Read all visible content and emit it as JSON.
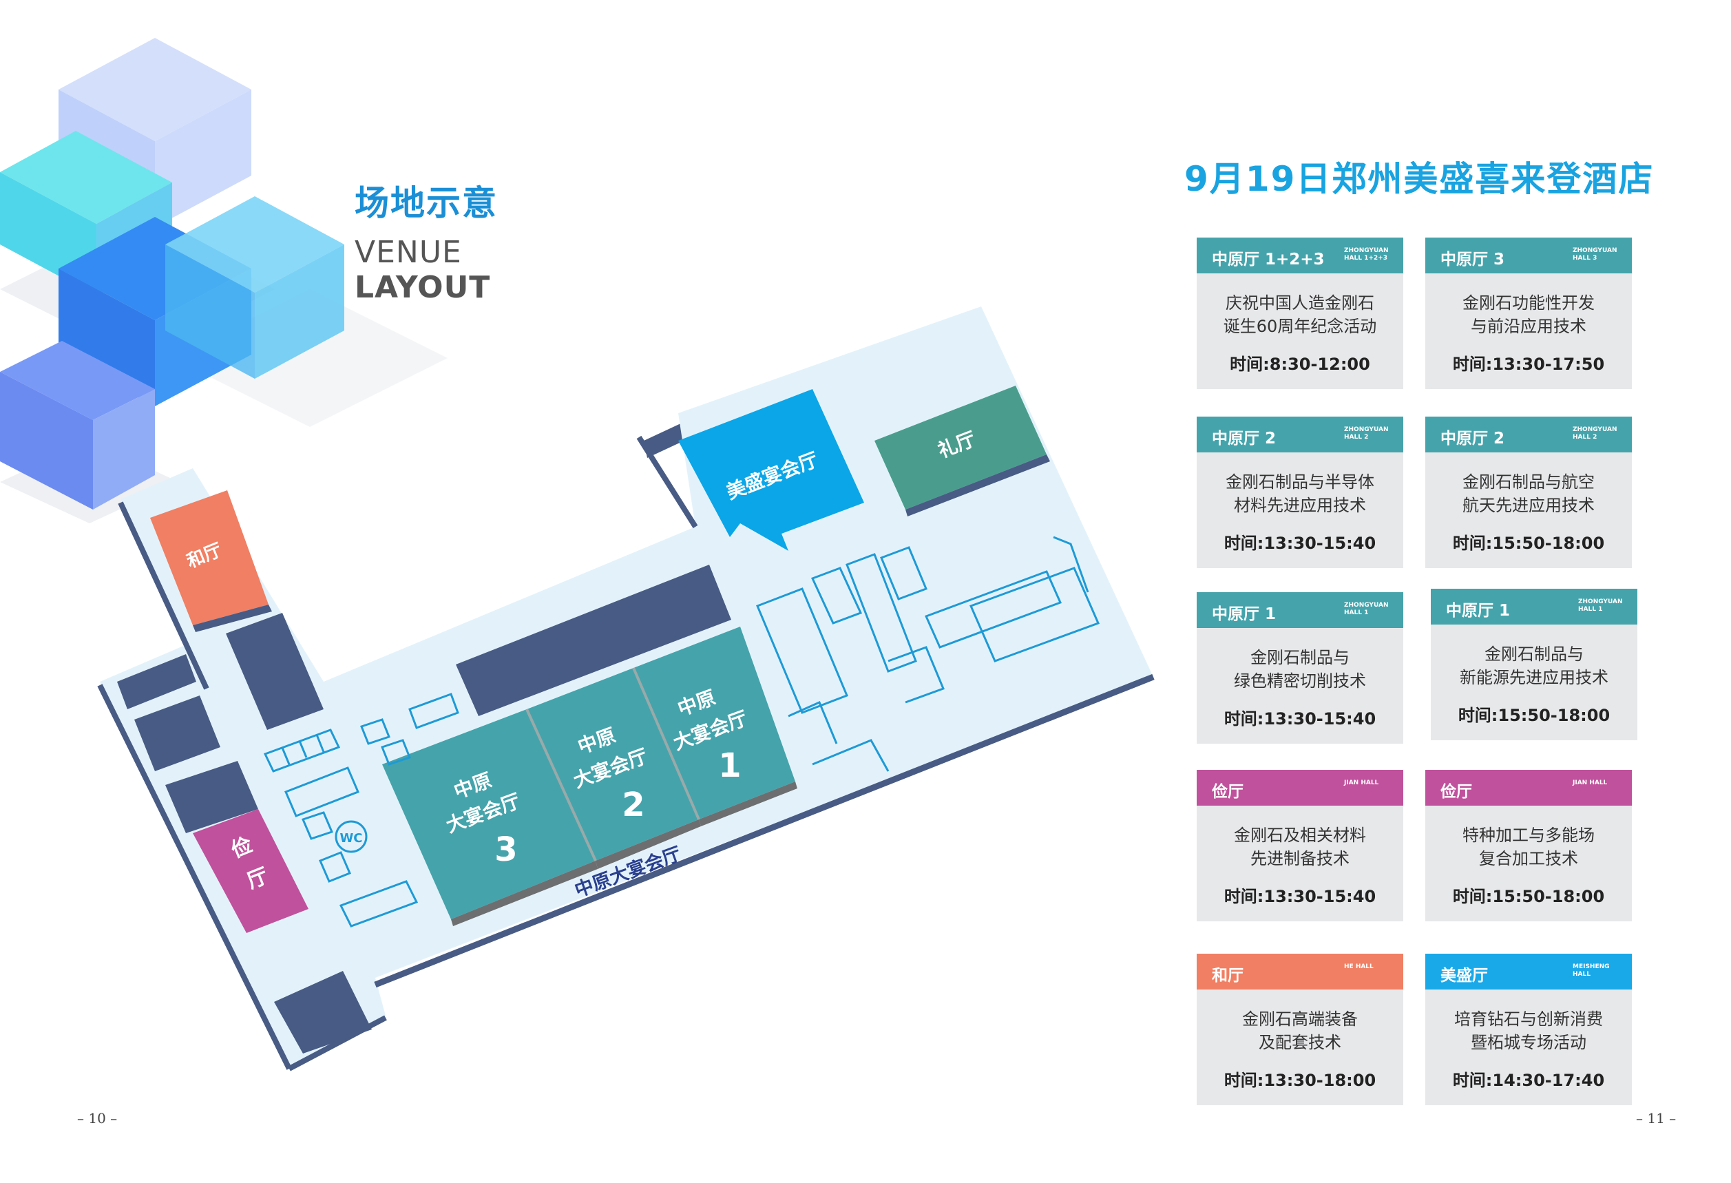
{
  "heading": {
    "zh": "场地示意",
    "en_line1": "VENUE",
    "en_line2": "LAYOUT"
  },
  "hotel_title": "9月19日郑州美盛喜来登酒店",
  "map_labels": {
    "meisheng": "美盛宴会厅",
    "li": "礼厅",
    "he": "和厅",
    "jian_1": "俭",
    "jian_2": "厅",
    "wc": "WC",
    "zy_a": "中原",
    "zy_b": "大宴会厅",
    "n1": "1",
    "n2": "2",
    "n3": "3",
    "zy_main": "中原大宴会厅"
  },
  "colors": {
    "teal": "#45a3ab",
    "pink": "#c0519c",
    "orange": "#f07f63",
    "sky": "#19a8e8",
    "navy": "#485b84",
    "floor": "#e3f2fa",
    "green": "#4a9d8d"
  },
  "cards": [
    {
      "hall": "中原厅 1+2+3",
      "hall_en": "ZHONGYUAN\nHALL 1+2+3",
      "color": "#45a3ab",
      "line1": "庆祝中国人造金刚石",
      "line2": "诞生60周年纪念活动",
      "time": "时间:8:30-12:00"
    },
    {
      "hall": "中原厅 3",
      "hall_en": "ZHONGYUAN\nHALL 3",
      "color": "#45a3ab",
      "line1": "金刚石功能性开发",
      "line2": "与前沿应用技术",
      "time": "时间:13:30-17:50"
    },
    {
      "hall": "中原厅 2",
      "hall_en": "ZHONGYUAN\nHALL 2",
      "color": "#45a3ab",
      "line1": "金刚石制品与半导体",
      "line2": "材料先进应用技术",
      "time": "时间:13:30-15:40"
    },
    {
      "hall": "中原厅 2",
      "hall_en": "ZHONGYUAN\nHALL 2",
      "color": "#45a3ab",
      "line1": "金刚石制品与航空",
      "line2": "航天先进应用技术",
      "time": "时间:15:50-18:00"
    },
    {
      "hall": "中原厅 1",
      "hall_en": "ZHONGYUAN\nHALL 1",
      "color": "#45a3ab",
      "line1": "金刚石制品与",
      "line2": "绿色精密切削技术",
      "time": "时间:13:30-15:40"
    },
    {
      "hall": "中原厅 1",
      "hall_en": "ZHONGYUAN\nHALL 1",
      "color": "#45a3ab",
      "line1": "金刚石制品与",
      "line2": "新能源先进应用技术",
      "time": "时间:15:50-18:00"
    },
    {
      "hall": "俭厅",
      "hall_en": "JIAN HALL",
      "color": "#c0519c",
      "line1": "金刚石及相关材料",
      "line2": "先进制备技术",
      "time": "时间:13:30-15:40"
    },
    {
      "hall": "俭厅",
      "hall_en": "JIAN HALL",
      "color": "#c0519c",
      "line1": "特种加工与多能场",
      "line2": "复合加工技术",
      "time": "时间:15:50-18:00"
    },
    {
      "hall": "和厅",
      "hall_en": "HE HALL",
      "color": "#f07f63",
      "line1": "金刚石高端装备",
      "line2": "及配套技术",
      "time": "时间:13:30-18:00"
    },
    {
      "hall": "美盛厅",
      "hall_en": "MEISHENG\nHALL",
      "color": "#19a8e8",
      "line1": "培育钻石与创新消费",
      "line2": "暨柘城专场活动",
      "time": "时间:14:30-17:40"
    }
  ],
  "page_numbers": {
    "left": "– 10 –",
    "right": "– 11 –"
  }
}
